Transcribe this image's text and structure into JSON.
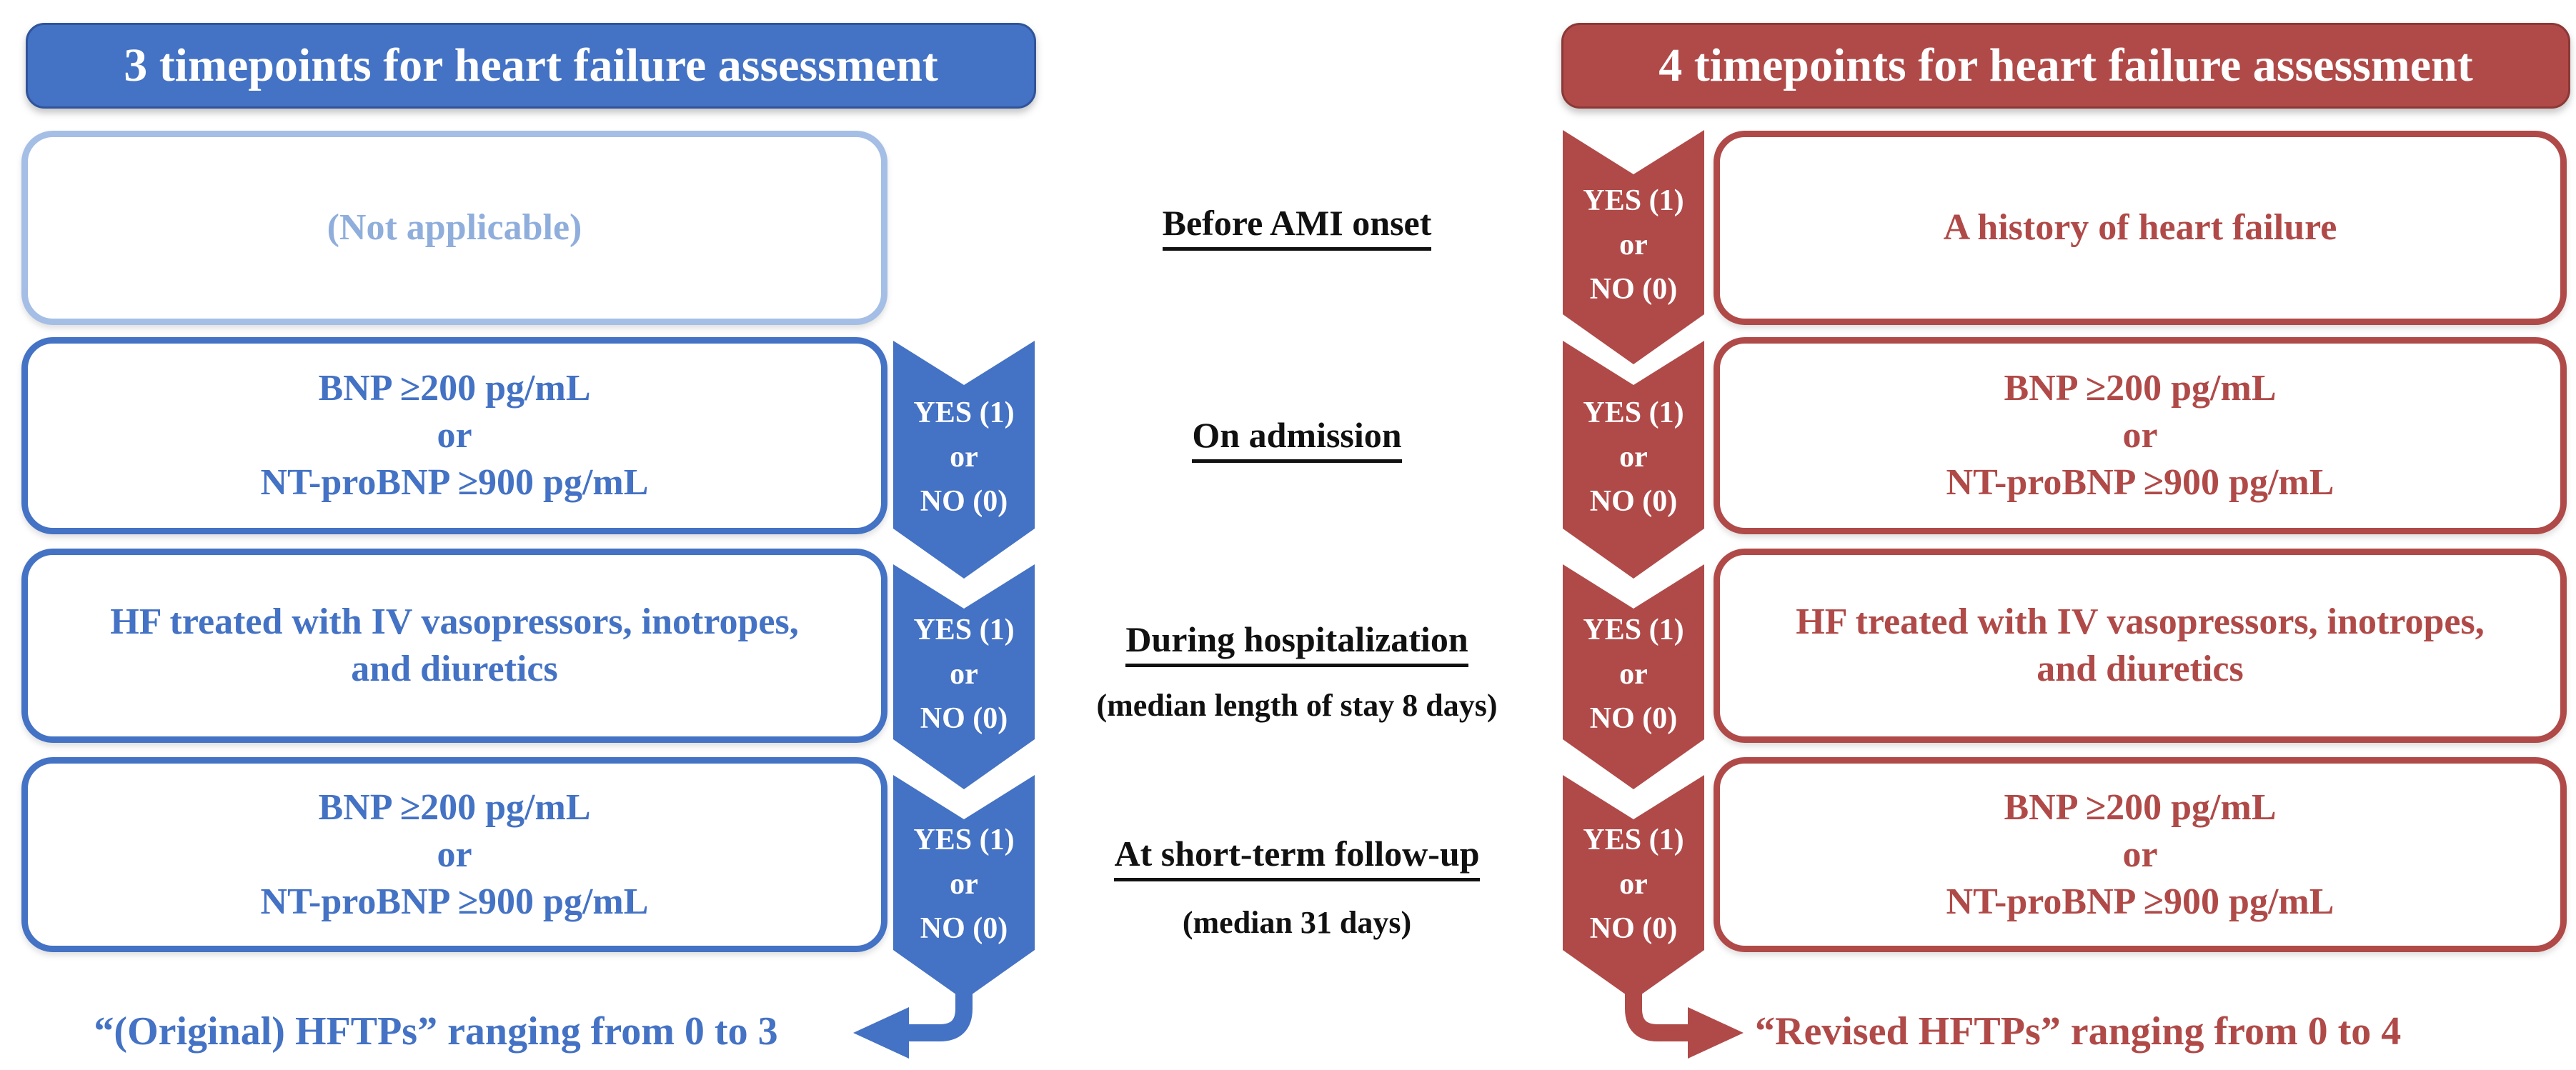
{
  "palette": {
    "blue": "#4472C4",
    "blue_border": "#3E68B5",
    "blue_light": "#A4BEE6",
    "blue_light_text": "#8FAEDC",
    "red": "#B04A48",
    "ink": "#111111",
    "white": "#FFFFFF"
  },
  "left": {
    "header": "3 timepoints for heart failure assessment",
    "rows": [
      {
        "lines": [
          "(Not applicable)"
        ]
      },
      {
        "lines": [
          "BNP ≥200 pg/mL",
          "or",
          "NT-proBNP ≥900 pg/mL"
        ]
      },
      {
        "lines": [
          "HF treated with IV vasopressors, inotropes,",
          "and diuretics"
        ]
      },
      {
        "lines": [
          "BNP ≥200 pg/mL",
          "or",
          "NT-proBNP ≥900 pg/mL"
        ]
      }
    ],
    "footer": "“(Original) HFTPs” ranging from 0 to 3"
  },
  "right": {
    "header": "4 timepoints for heart failure assessment",
    "rows": [
      {
        "lines": [
          "A history of heart failure"
        ]
      },
      {
        "lines": [
          "BNP ≥200 pg/mL",
          "or",
          "NT-proBNP ≥900 pg/mL"
        ]
      },
      {
        "lines": [
          "HF treated with IV vasopressors, inotropes,",
          "and diuretics"
        ]
      },
      {
        "lines": [
          "BNP ≥200 pg/mL",
          "or",
          "NT-proBNP ≥900 pg/mL"
        ]
      }
    ],
    "footer": "“Revised HFTPs” ranging from 0 to 4"
  },
  "timeline": [
    {
      "label": "Before AMI onset",
      "sub": ""
    },
    {
      "label": "On admission",
      "sub": ""
    },
    {
      "label": "During hospitalization",
      "sub": "(median length of stay 8 days)"
    },
    {
      "label": "At short-term follow-up",
      "sub": "(median 31 days)"
    }
  ],
  "chevron": {
    "yes": "YES (1)",
    "or": "or",
    "no": "NO (0)"
  }
}
